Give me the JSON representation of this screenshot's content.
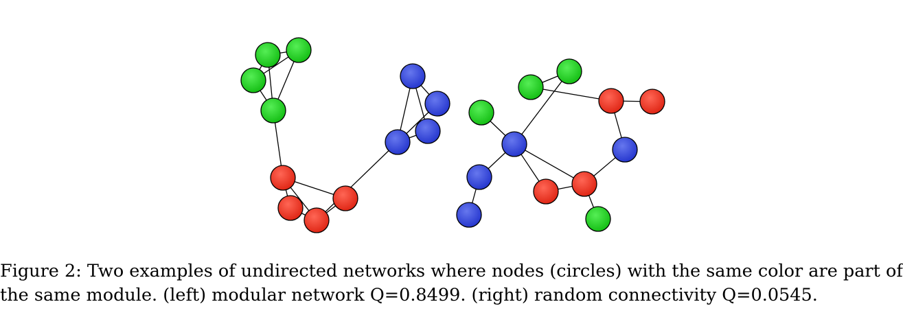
{
  "colors": {
    "green": "#22cc22",
    "red": "#ee3322",
    "blue": "#3344dd"
  },
  "networks": [
    {
      "name": "modular network",
      "q_value": "Q=0.8499",
      "nodes": [
        {
          "id": "g1",
          "module": "green"
        },
        {
          "id": "g2",
          "module": "green"
        },
        {
          "id": "g3",
          "module": "green"
        },
        {
          "id": "g4",
          "module": "green"
        },
        {
          "id": "b1",
          "module": "blue"
        },
        {
          "id": "b2",
          "module": "blue"
        },
        {
          "id": "b3",
          "module": "blue"
        },
        {
          "id": "b4",
          "module": "blue"
        },
        {
          "id": "r1",
          "module": "red"
        },
        {
          "id": "r2",
          "module": "red"
        },
        {
          "id": "r3",
          "module": "red"
        },
        {
          "id": "r4",
          "module": "red"
        }
      ],
      "edges": [
        [
          "g1",
          "g2"
        ],
        [
          "g1",
          "g3"
        ],
        [
          "g1",
          "g4"
        ],
        [
          "g2",
          "g3"
        ],
        [
          "g2",
          "g4"
        ],
        [
          "g3",
          "g4"
        ],
        [
          "b1",
          "b2"
        ],
        [
          "b1",
          "b3"
        ],
        [
          "b1",
          "b4"
        ],
        [
          "b2",
          "b4"
        ],
        [
          "b3",
          "b4"
        ],
        [
          "r1",
          "r2"
        ],
        [
          "r1",
          "r3"
        ],
        [
          "r1",
          "r4"
        ],
        [
          "r2",
          "r4"
        ],
        [
          "r3",
          "r4"
        ],
        [
          "g4",
          "r1"
        ],
        [
          "r4",
          "b4"
        ]
      ]
    },
    {
      "name": "random connectivity",
      "q_value": "Q=0.0545",
      "nodes": [
        {
          "id": "n1",
          "module": "green"
        },
        {
          "id": "n2",
          "module": "green"
        },
        {
          "id": "n3",
          "module": "green"
        },
        {
          "id": "n4",
          "module": "red"
        },
        {
          "id": "n5",
          "module": "red"
        },
        {
          "id": "n6",
          "module": "blue"
        },
        {
          "id": "n7",
          "module": "blue"
        },
        {
          "id": "n8",
          "module": "blue"
        },
        {
          "id": "n9",
          "module": "blue"
        },
        {
          "id": "n10",
          "module": "red"
        },
        {
          "id": "n11",
          "module": "red"
        },
        {
          "id": "n12",
          "module": "green"
        }
      ],
      "edges": [
        [
          "n3",
          "n2"
        ],
        [
          "n2",
          "n4"
        ],
        [
          "n4",
          "n5"
        ],
        [
          "n4",
          "n6"
        ],
        [
          "n6",
          "n11"
        ],
        [
          "n11",
          "n12"
        ],
        [
          "n11",
          "n10"
        ],
        [
          "n11",
          "n7"
        ],
        [
          "n7",
          "n10"
        ],
        [
          "n7",
          "n3"
        ],
        [
          "n7",
          "n1"
        ],
        [
          "n7",
          "n8"
        ],
        [
          "n8",
          "n9"
        ]
      ]
    }
  ],
  "caption": {
    "line1": "Figure 2: Two examples of undirected networks where nodes (circles) with the same color are part of",
    "line2": "the same module. (left) modular network Q=0.8499. (right) random connectivity Q=0.0545."
  }
}
